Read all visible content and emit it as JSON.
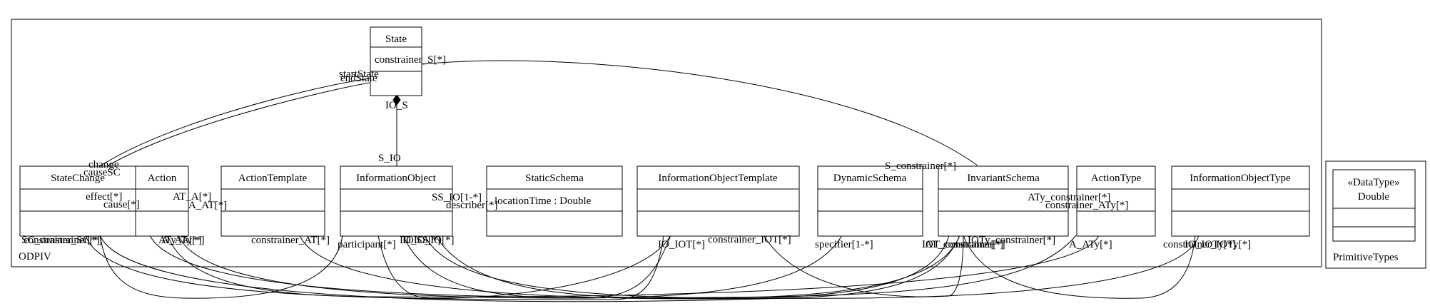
{
  "packages": [
    {
      "name": "ODPIV"
    },
    {
      "name": "PrimitiveTypes"
    }
  ],
  "classes": [
    {
      "name": "State",
      "attributes": [
        "constrainer_S[*]"
      ]
    },
    {
      "name": "StateChange",
      "attributes": []
    },
    {
      "name": "Action",
      "attributes": []
    },
    {
      "name": "ActionTemplate",
      "attributes": []
    },
    {
      "name": "InformationObject",
      "attributes": []
    },
    {
      "name": "StaticSchema",
      "attributes": [
        "locationTime : Double"
      ]
    },
    {
      "name": "InformationObjectTemplate",
      "attributes": []
    },
    {
      "name": "DynamicSchema",
      "attributes": []
    },
    {
      "name": "InvariantSchema",
      "attributes": []
    },
    {
      "name": "ActionType",
      "attributes": []
    },
    {
      "name": "InformationObjectType",
      "attributes": []
    },
    {
      "name": "Double",
      "stereotype": "«DataType»",
      "attributes": []
    }
  ],
  "labels": [
    "startState",
    "endState",
    "IO_S",
    "S_IO",
    "change",
    "causeSC",
    "S_constrainer[*]",
    "effect[*]",
    "cause[*]",
    "AT_A[*]",
    "A_AT[*]",
    "SS_IO[1-*]",
    "describer[*]",
    "ATy_constrainer[*]",
    "constrainer_ATy[*]",
    "constrainer_AT[*]",
    "participant[*]",
    "IO_IOT[*]",
    "constrainer_IOT[*]",
    "specifier[1-*]",
    "A_ATy[*]",
    "constrainer_IOTy[*]",
    "IO_IOTy[*]",
    "IOT_constrainer[*]",
    "AT_constrainer[*]",
    "IOTy_constrainer[*]",
    "SC_constrainer[*]",
    "constrainer_SC[*]",
    "ATy_A[*]",
    "A_ATy[*]",
    "IO_SS[*]",
    "IOIO_IO[*]"
  ]
}
